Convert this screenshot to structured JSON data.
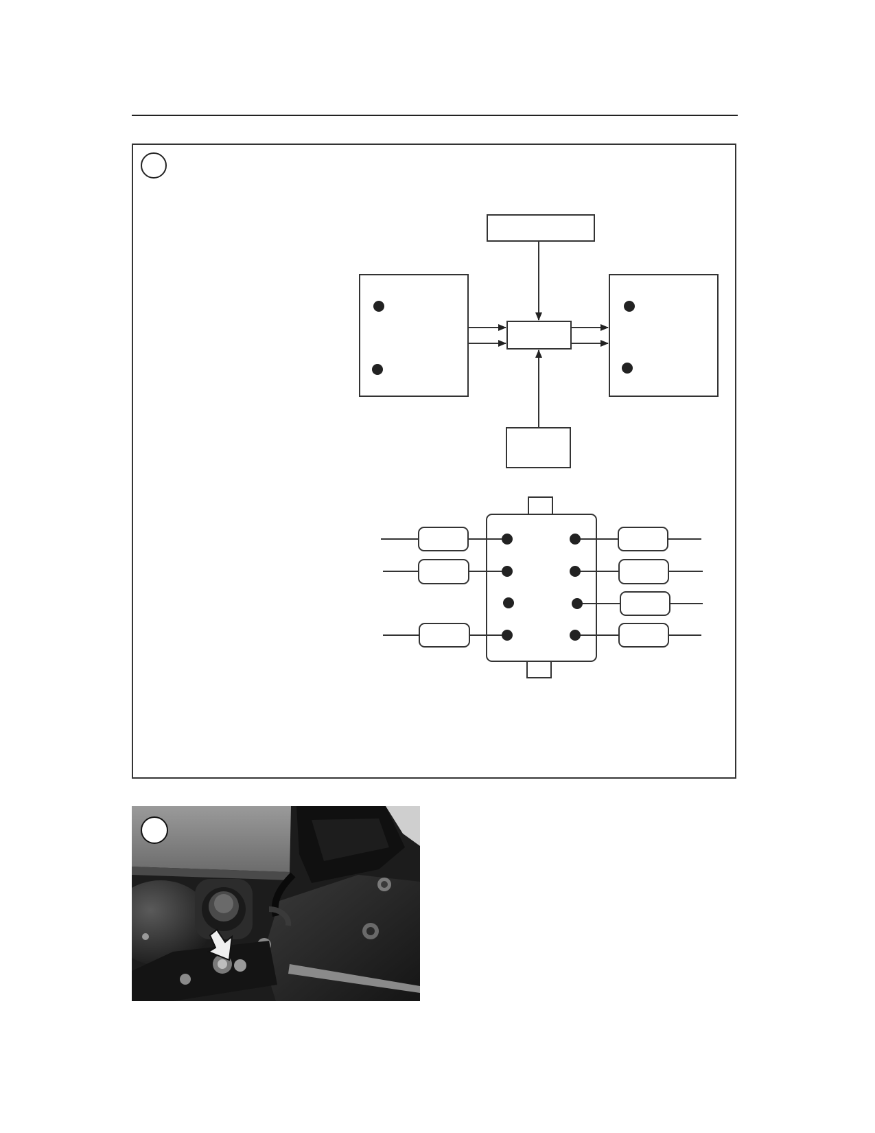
{
  "page": {
    "background": "#ffffff",
    "line_color": "#333333"
  },
  "figure_1": {
    "badge_label": "",
    "block_diagram": {
      "blocks": [
        "top-block",
        "left-block",
        "center-block",
        "right-block",
        "bottom-block"
      ]
    },
    "connector_pinout": {
      "left_pins": 4,
      "right_pins": 4
    }
  },
  "figure_2": {
    "badge_label": "",
    "photo_description_icon": "engine-photo",
    "arrow_icon": "down-arrow-icon"
  }
}
